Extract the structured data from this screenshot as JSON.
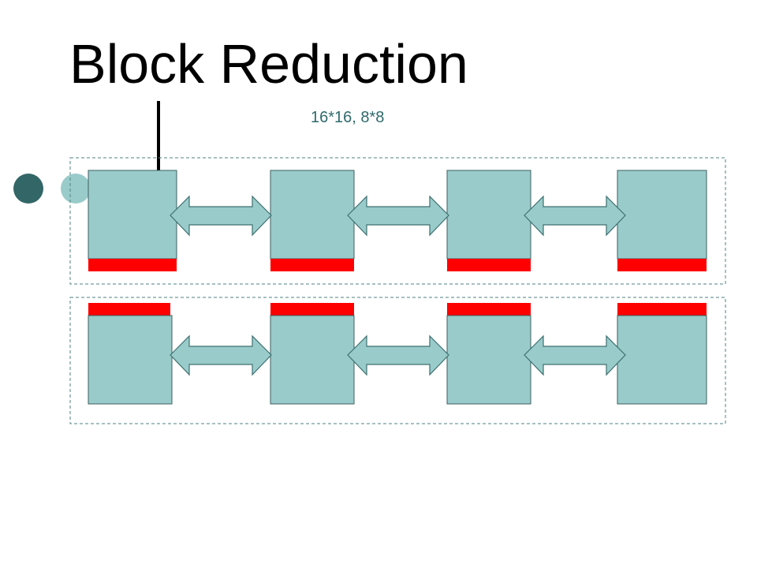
{
  "slide": {
    "title": "Block Reduction",
    "subtitle": "16*16,  8*8"
  },
  "colors": {
    "block_fill": "#9acbcb",
    "block_stroke": "#3d5f5f",
    "edge_strip": "#ff0000",
    "arrow_fill": "#9acbcb",
    "arrow_stroke": "#3d7070",
    "dashed_border": "#4f8282",
    "bullet_dark": "#336666",
    "bullet_light": "#9acbcb",
    "title_line": "#000000",
    "subtitle_text": "#2e6a6b"
  },
  "rows": [
    {
      "blocks": 4,
      "red_strip_edge": "bottom",
      "arrows": 3
    },
    {
      "blocks": 4,
      "red_strip_edge": "top",
      "arrows": 3
    }
  ],
  "icons": [
    "bullet-dark-circle",
    "bullet-light-circle",
    "double-arrow"
  ]
}
